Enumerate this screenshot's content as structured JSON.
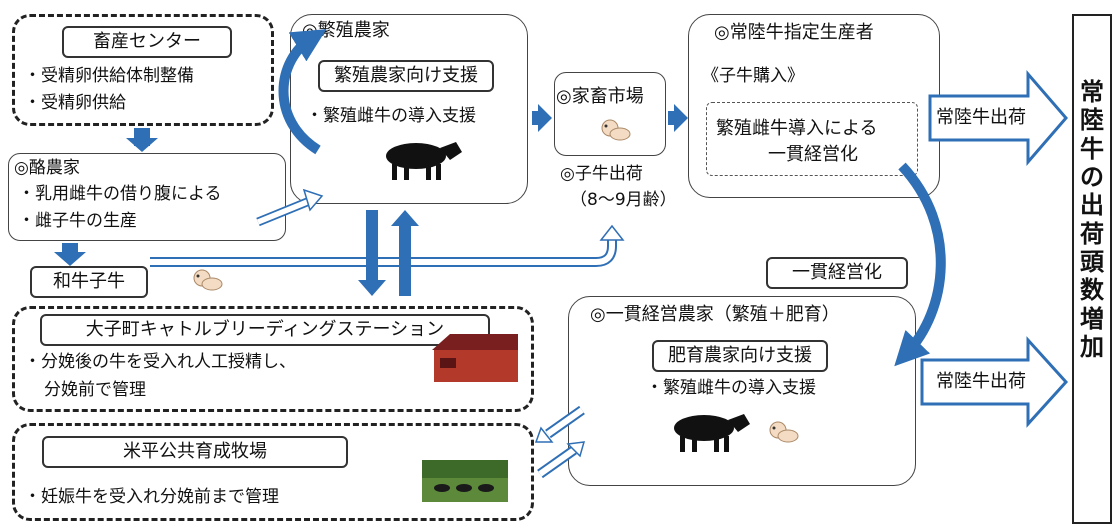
{
  "livestock_center": {
    "title": "畜産センター",
    "items": [
      "・受精卵供給体制整備",
      "・受精卵供給"
    ]
  },
  "dairy_farm": {
    "title": "◎酪農家",
    "items": [
      "・乳用雌牛の借り腹による",
      "・雌子牛の生産"
    ]
  },
  "wagyu_calf": "和牛子牛",
  "breeding_farm": {
    "title": "◎繁殖農家",
    "support": "繁殖農家向け支援",
    "item": "・繁殖雌牛の導入支援"
  },
  "market": {
    "title": "◎家畜市場",
    "calf_shipment": "◎子牛出荷",
    "age": "（8〜9月齢）"
  },
  "designated_producer": {
    "title": "◎常陸牛指定生産者",
    "purchase": "《子牛購入》",
    "integration_line1": "繁殖雌牛導入による",
    "integration_line2": "一貫経営化"
  },
  "shipment_top": "常陸牛出荷",
  "shipment_bottom": "常陸牛出荷",
  "integration_label": "一貫経営化",
  "daigo_station": {
    "title": "大子町キャトルブリーディングステーション",
    "line1": "・分娩後の牛を受入れ人工授精し、",
    "line2": "分娩前で管理"
  },
  "yonehira_ranch": {
    "title": "米平公共育成牧場",
    "line1": "・妊娠牛を受入れ分娩前まで管理"
  },
  "integrated_farm": {
    "title": "◎一貫経営農家（繁殖＋肥育）",
    "support": "肥育農家向け支援",
    "item": "・繁殖雌牛の導入支援"
  },
  "goal": "常陸牛の出荷頭数増加",
  "colors": {
    "arrow_blue": "#2f6fb5",
    "border": "#333333"
  }
}
